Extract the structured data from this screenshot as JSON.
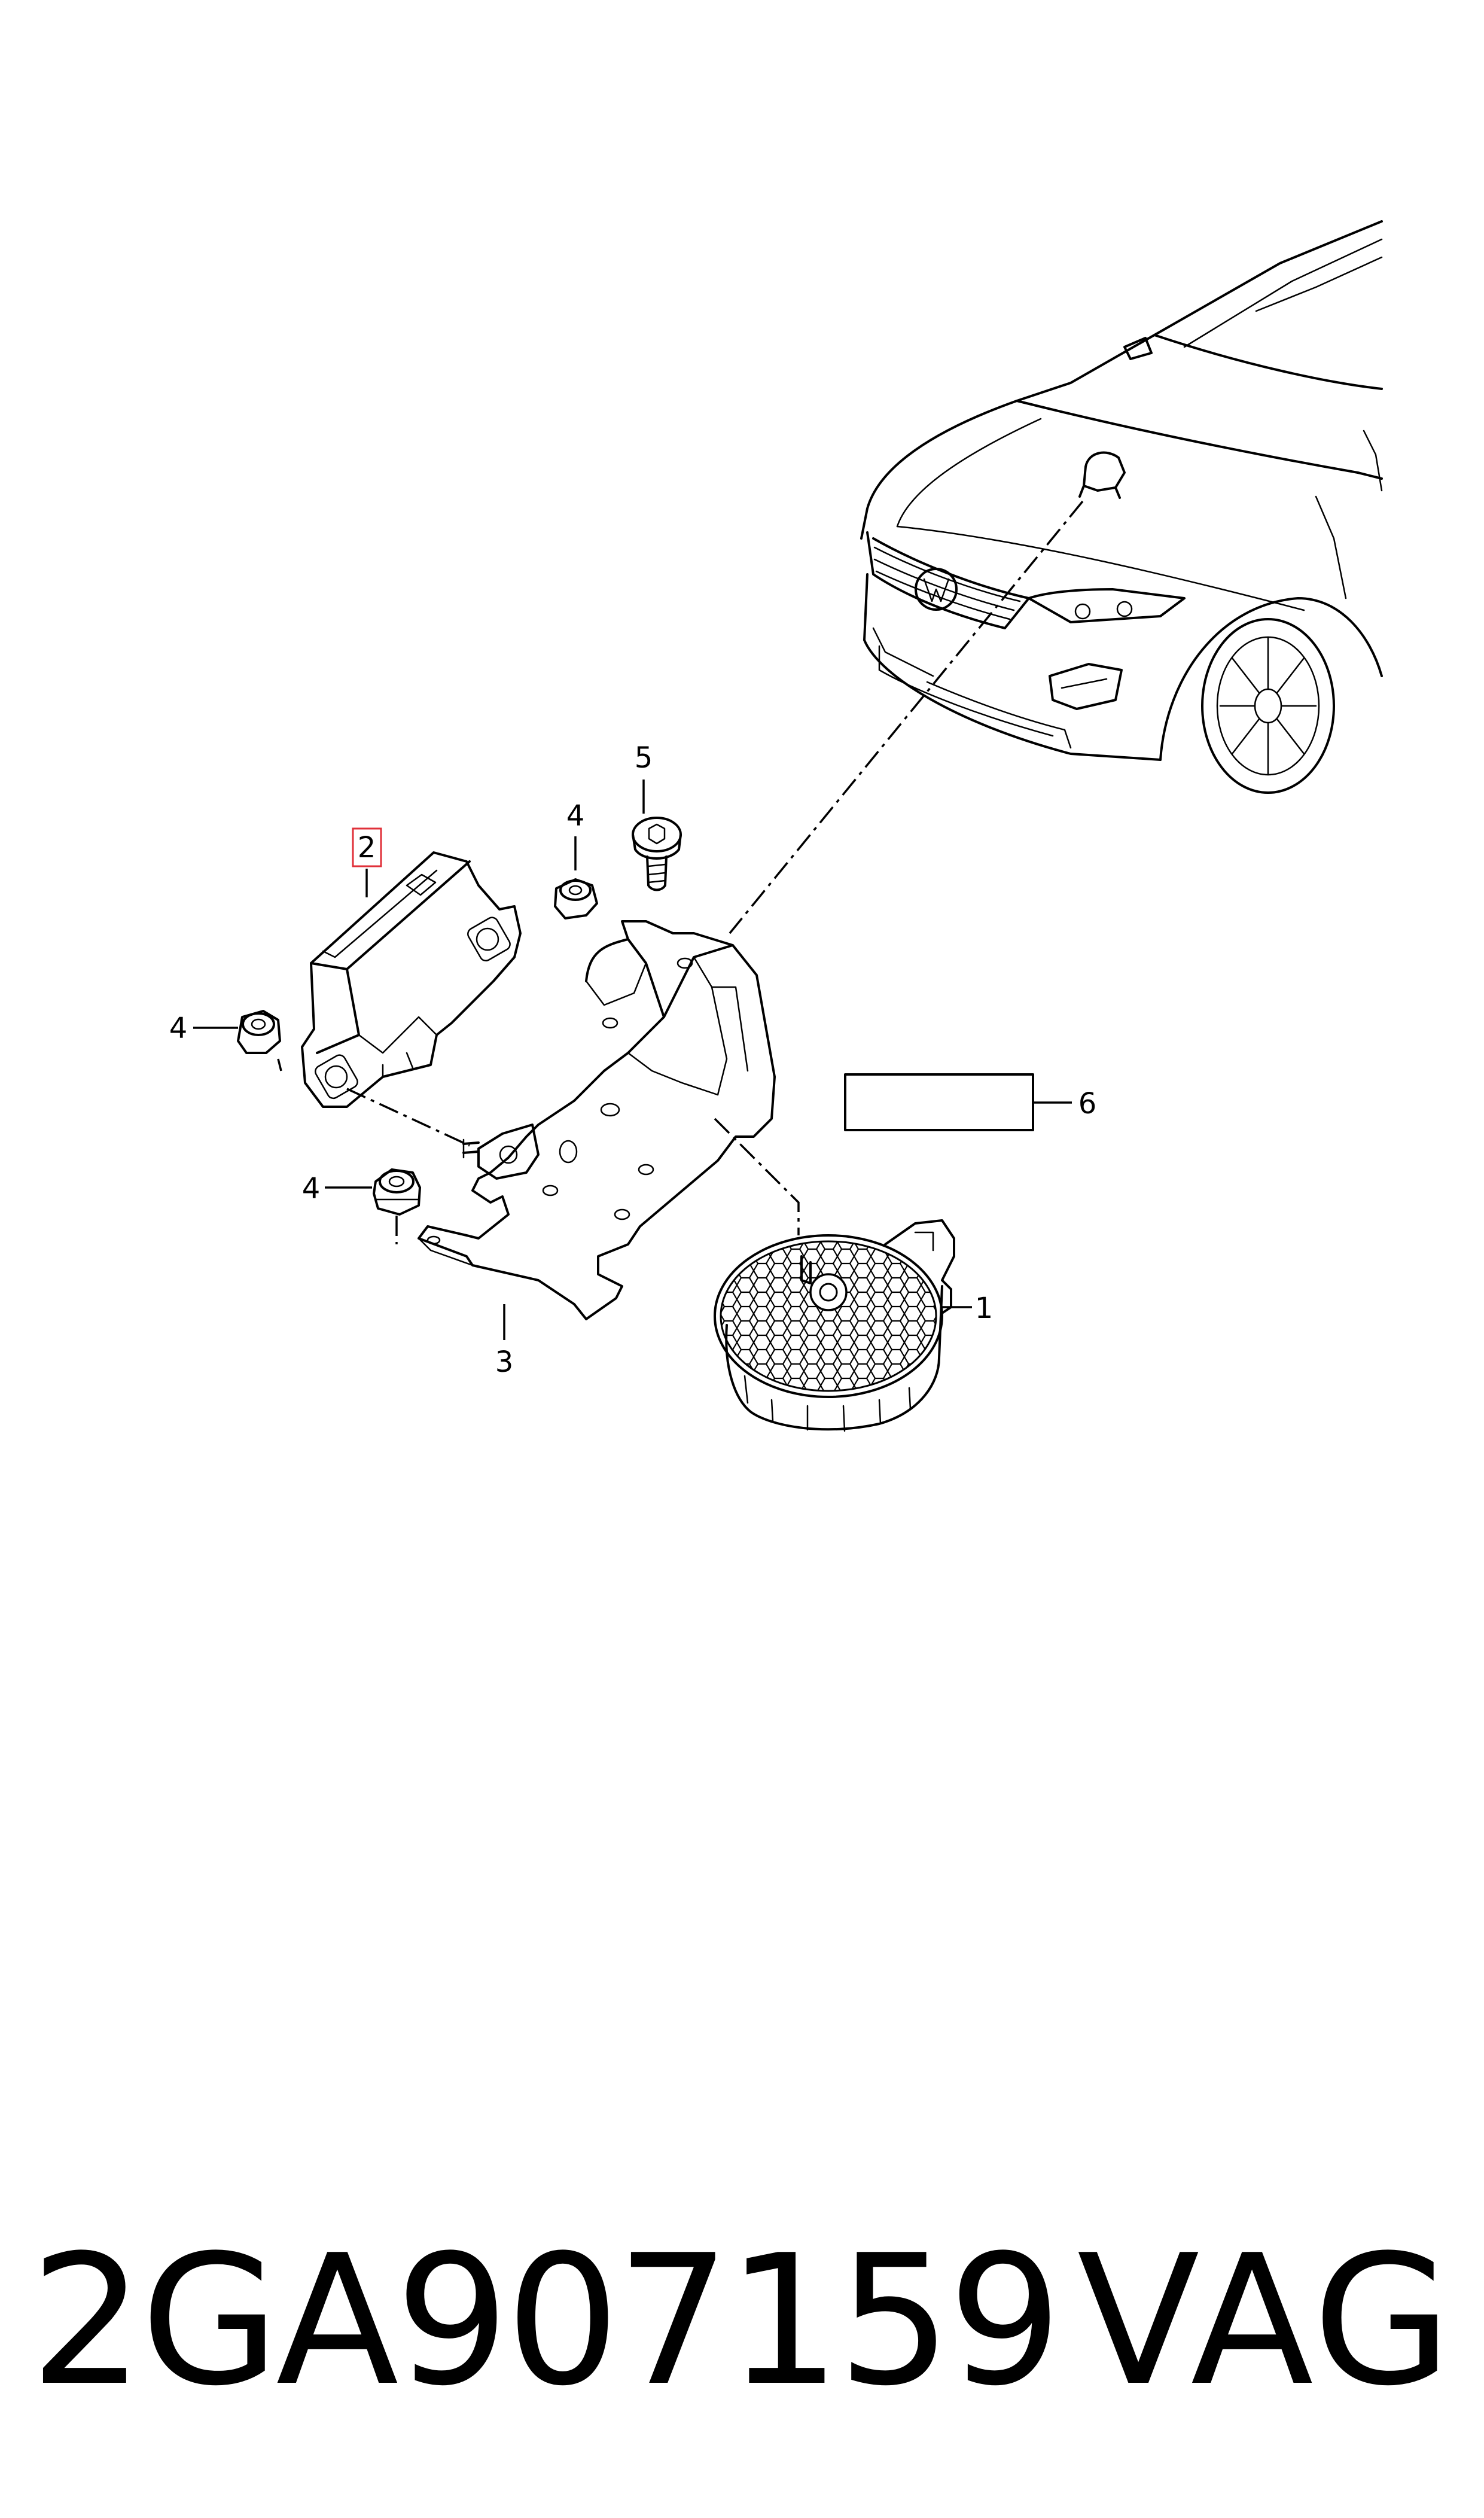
{
  "callouts": {
    "c1": "1",
    "c2": "2",
    "c3": "3",
    "c4a": "4",
    "c4b": "4",
    "c4c": "4",
    "c5": "5",
    "c6": "6"
  },
  "highlighted_callout": "2",
  "highlight_color": "#e0313a",
  "footer": {
    "part_number": "2GA907159",
    "brand": "VAG"
  }
}
